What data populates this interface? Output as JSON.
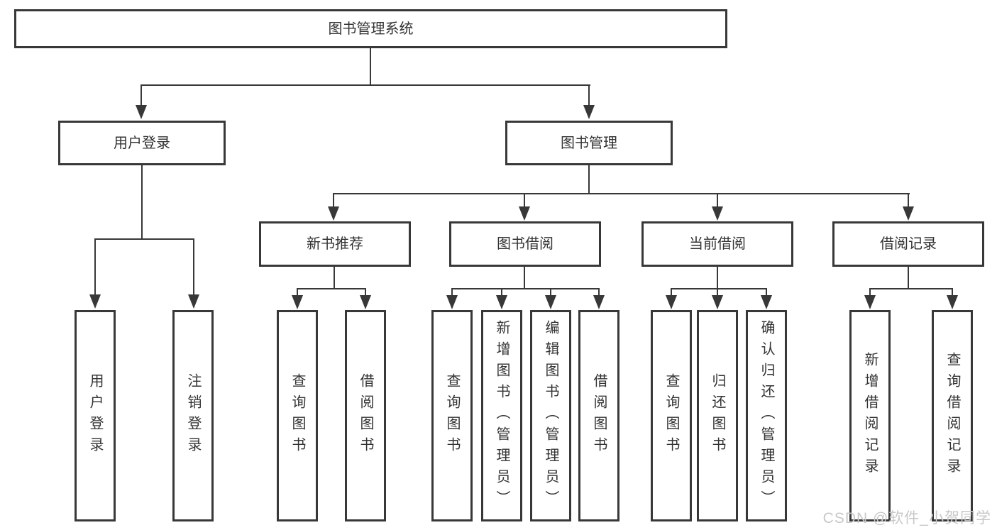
{
  "diagram": {
    "root_label": "图书管理系统",
    "level2": {
      "user_login": "用户登录",
      "book_management": "图书管理"
    },
    "level3": {
      "new_book": "新书推荐",
      "book_borrow": "图书借阅",
      "current_borrow": "当前借阅",
      "borrow_record": "借阅记录"
    },
    "leaves": {
      "user_login": "用户登录",
      "logout": "注销登录",
      "nb_query_books": "查询图书",
      "nb_borrow_books": "借阅图书",
      "bb_query_books": "查询图书",
      "bb_add_books_admin": "新增图书（管理员）",
      "bb_edit_books_admin": "编辑图书（管理员）",
      "bb_borrow_books": "借阅图书",
      "cb_query_books": "查询图书",
      "cb_return_books": "归还图书",
      "cb_confirm_return_admin": "确认归还（管理员）",
      "br_add_record": "新增借阅记录",
      "br_query_record": "查询借阅记录"
    }
  },
  "watermark": {
    "text": "CSDN @软件_小贺同学"
  },
  "colors": {
    "line": "#383838",
    "text": "#333333",
    "watermark": "#c8c8c8",
    "background": "#ffffff"
  }
}
